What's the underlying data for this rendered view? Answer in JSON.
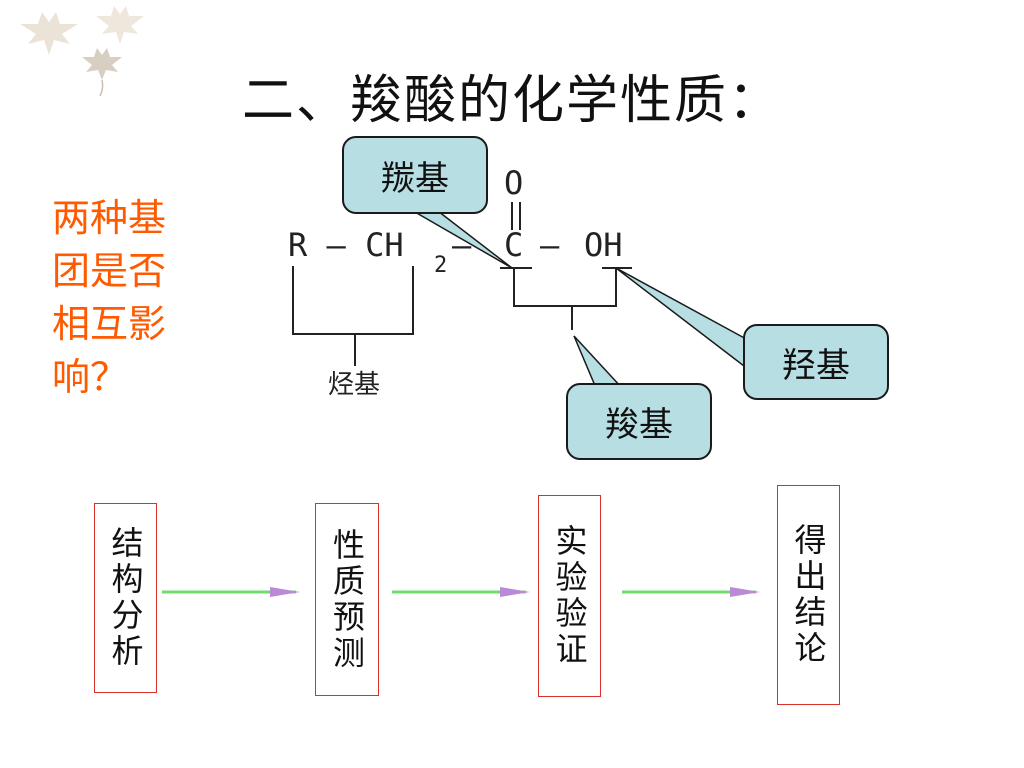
{
  "slide": {
    "title": "二、羧酸的化学性质：",
    "question": "两种基团是否相互影响？"
  },
  "formula": {
    "left_part": "R — CH",
    "subscript": "2",
    "dash": "—",
    "carbon": "C",
    "dash2": "—",
    "hydroxyl": "OH",
    "oxygen": "O",
    "hydrocarbon_label": "烃基"
  },
  "callouts": {
    "carbonyl": "羰基",
    "hydroxyl": "羟基",
    "carboxyl": "羧基"
  },
  "flow": {
    "steps": [
      "结构分析",
      "性质预测",
      "实验验证",
      "得出结论"
    ],
    "arrow_color": "#6fdc6f",
    "box_border_color": "#d9302a"
  },
  "colors": {
    "question": "#ff5a00",
    "bubble_fill": "#b7dfe3"
  }
}
